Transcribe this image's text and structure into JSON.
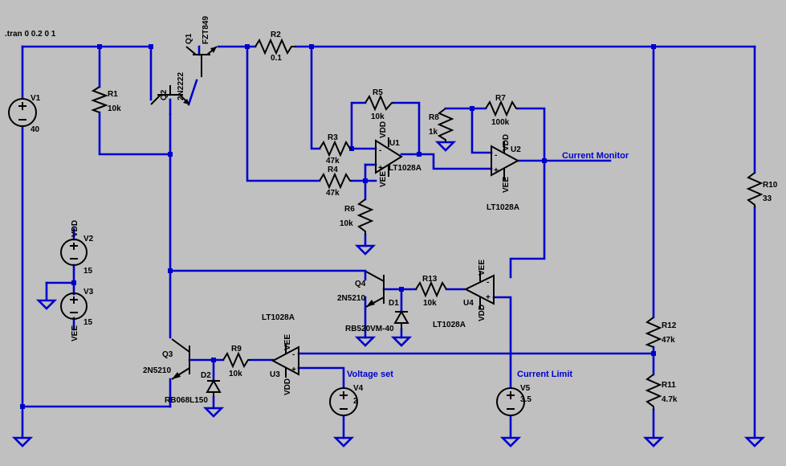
{
  "directive": ".tran 0 0.2 0 1",
  "components": {
    "V1": {
      "name": "V1",
      "value": "40"
    },
    "V2": {
      "name": "V2",
      "value": "15",
      "net": "VDD"
    },
    "V3": {
      "name": "V3",
      "value": "15",
      "net": "VEE"
    },
    "V4": {
      "name": "V4",
      "value": "2"
    },
    "V5": {
      "name": "V5",
      "value": "3.5"
    },
    "R1": {
      "name": "R1",
      "value": "10k"
    },
    "R2": {
      "name": "R2",
      "value": "0.1"
    },
    "R3": {
      "name": "R3",
      "value": "47k"
    },
    "R4": {
      "name": "R4",
      "value": "47k"
    },
    "R5": {
      "name": "R5",
      "value": "10k"
    },
    "R6": {
      "name": "R6",
      "value": "10k"
    },
    "R7": {
      "name": "R7",
      "value": "100k"
    },
    "R8": {
      "name": "R8",
      "value": "1k"
    },
    "R9": {
      "name": "R9",
      "value": "10k"
    },
    "R10": {
      "name": "R10",
      "value": "33"
    },
    "R11": {
      "name": "R11",
      "value": "4.7k"
    },
    "R12": {
      "name": "R12",
      "value": "47k"
    },
    "R13": {
      "name": "R13",
      "value": "10k"
    },
    "Q1": {
      "name": "Q1",
      "value": "FZT849"
    },
    "Q2": {
      "name": "Q2",
      "value": "2N2222"
    },
    "Q3": {
      "name": "Q3",
      "value": "2N5210"
    },
    "Q4": {
      "name": "Q4",
      "value": "2N5210"
    },
    "D1": {
      "name": "D1",
      "value": "RB520VM-40"
    },
    "D2": {
      "name": "D2",
      "value": "RB068L150"
    },
    "U1": {
      "name": "U1",
      "value": "LT1028A"
    },
    "U2": {
      "name": "U2",
      "value": "LT1028A"
    },
    "U3": {
      "name": "U3",
      "value": "LT1028A"
    },
    "U4": {
      "name": "U4",
      "value": "LT1028A"
    }
  },
  "nets": {
    "vdd": "VDD",
    "vee": "VEE",
    "current_monitor": "Current Monitor",
    "voltage_set": "Voltage set",
    "current_limit": "Current Limit"
  },
  "colors": {
    "background": "#c0c0c0",
    "wire": "#0000cc",
    "component": "#000000",
    "net_label": "#0000cc"
  }
}
